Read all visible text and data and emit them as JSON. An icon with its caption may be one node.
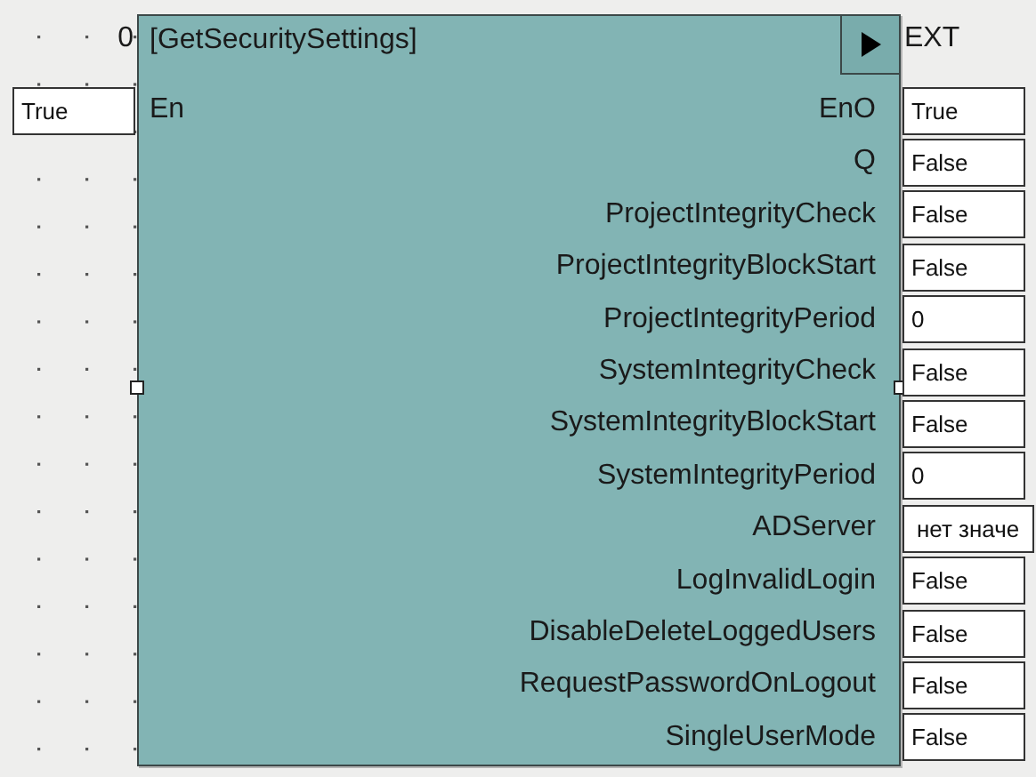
{
  "diagram": {
    "nodes": [
      {
        "text": [
          "[GetSecuritySettings]",
          "En",
          "EnO",
          "Q",
          "ProjectIntegrityCheck",
          "ProjectIntegrityBlockStart",
          "ProjectIntegrityPeriod",
          "SystemIntegrityCheck",
          "SystemIntegrityBlockStart",
          "SystemIntegrityPeriod",
          "ADServer",
          "LogInvalidLogin",
          "DisableDeleteLoggedUsers",
          "RequestPasswordOnLogout",
          "SingleUserMode"
        ],
        "beside": [
          "0",
          "EXT"
        ]
      },
      {
        "text": [
          "True"
        ]
      },
      {
        "text": [
          "True"
        ]
      },
      {
        "text": [
          "False"
        ]
      },
      {
        "text": [
          "False"
        ]
      },
      {
        "text": [
          "False"
        ]
      },
      {
        "text": [
          "0"
        ]
      },
      {
        "text": [
          "False"
        ]
      },
      {
        "text": [
          "False"
        ]
      },
      {
        "text": [
          "0"
        ]
      },
      {
        "text": [
          "нет значе"
        ]
      },
      {
        "text": [
          "False"
        ]
      },
      {
        "text": [
          "False"
        ]
      },
      {
        "text": [
          "False"
        ]
      },
      {
        "text": [
          "False"
        ]
      }
    ]
  }
}
